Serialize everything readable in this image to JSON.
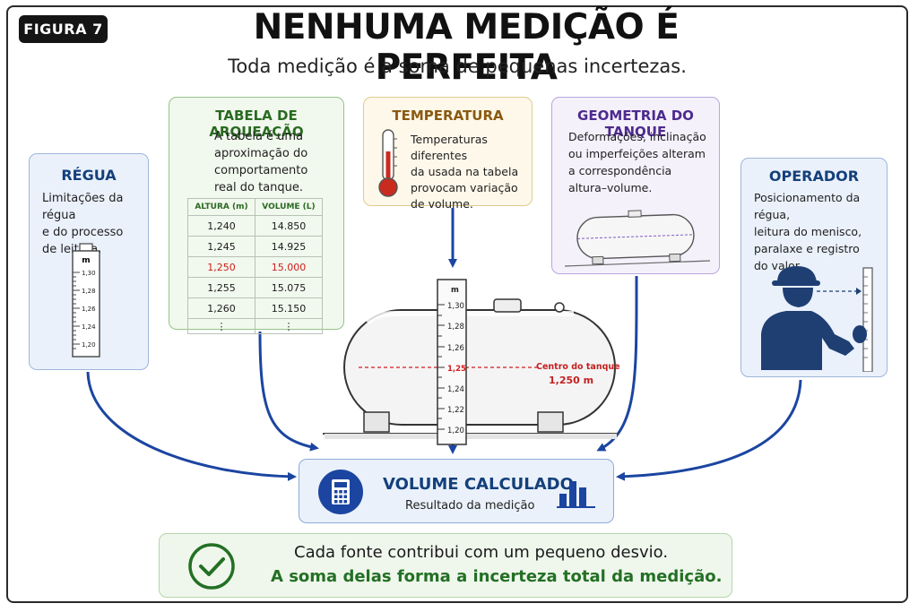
{
  "figure_label": "FIGURA 7",
  "title": "NENHUMA MEDIÇÃO É PERFEITA",
  "subtitle": "Toda medição é a soma de pequenas incertezas.",
  "cards": {
    "regua": {
      "heading": "RÉGUA",
      "lines": [
        "Limitações da régua",
        "e do processo",
        "de leitura."
      ],
      "ruler_unit": "m",
      "ruler_ticks": [
        "1,30",
        "1,28",
        "1,26",
        "1,24",
        "1,20"
      ]
    },
    "tabela": {
      "heading": "TABELA DE ARQUEAÇÃO",
      "lines": [
        "A tabela é uma",
        "aproximação do",
        "comportamento",
        "real do tanque."
      ],
      "columns": [
        "ALTURA (m)",
        "VOLUME (L)"
      ],
      "rows": [
        [
          "1,240",
          "14.850"
        ],
        [
          "1,245",
          "14.925"
        ],
        [
          "1,250",
          "15.000"
        ],
        [
          "1,255",
          "15.075"
        ],
        [
          "1,260",
          "15.150"
        ],
        [
          "⋮",
          "⋮"
        ]
      ],
      "highlight_row": 2
    },
    "temperatura": {
      "heading": "TEMPERATURA",
      "lines": [
        "Temperaturas diferentes",
        "da usada na tabela",
        "provocam variação",
        "de volume."
      ]
    },
    "geometria": {
      "heading": "GEOMETRIA DO TANQUE",
      "lines": [
        "Deformações, inclinação",
        "ou imperfeições alteram",
        "a correspondência",
        "altura–volume."
      ]
    },
    "operador": {
      "heading": "OPERADOR",
      "lines": [
        "Posicionamento da régua,",
        "leitura do menisco,",
        "paralaxe e registro",
        "do valor."
      ]
    }
  },
  "tank": {
    "ruler_unit": "m",
    "ruler_ticks": [
      "1,30",
      "1,28",
      "1,26",
      "1,25",
      "1,24",
      "1,22",
      "1,20"
    ],
    "center_label": "Centro do tanque",
    "center_value": "1,250 m"
  },
  "result": {
    "title": "VOLUME CALCULADO",
    "subtitle": "Resultado da medição"
  },
  "conclusion": {
    "line1": "Cada fonte contribui com um pequeno desvio.",
    "line2": "A soma delas forma a incerteza total da medição."
  },
  "colors": {
    "arrow": "#1b45a0",
    "navy": "#1f3f73",
    "green": "#237024",
    "red": "#d21c1c"
  },
  "icons": [
    "ruler-icon",
    "thermometer-icon",
    "tank-icon",
    "operator-icon",
    "calculator-icon",
    "bar-chart-icon",
    "check-circle-icon"
  ]
}
